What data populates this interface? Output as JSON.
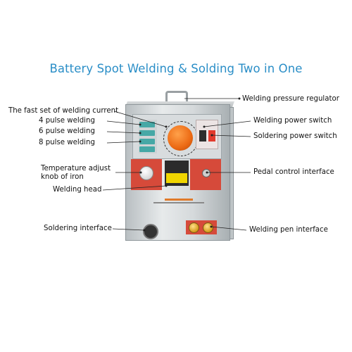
{
  "title": "Battery Spot Welding & Solding Two in One",
  "colors": {
    "title": "#2a8ec7",
    "accent_red": "#d64a3a",
    "dial": "#ec6a14",
    "pulse_keys": "#46a8a6"
  },
  "left_labels": {
    "fast_set": "The fast set of welding current",
    "pulse4": "4  pulse welding",
    "pulse6": "6  pulse welding",
    "pulse8": "8  pulse welding",
    "temp_line1": "Temperature adjust",
    "temp_line2": "knob of iron",
    "welding_head": "Welding head",
    "soldering_interface": "Soldering interface"
  },
  "right_labels": {
    "pressure": "Welding pressure regulator",
    "welding_power": "Welding power switch",
    "soldering_power": "Soldering power switch",
    "pedal": "Pedal control interface",
    "pen": "Welding pen interface"
  }
}
